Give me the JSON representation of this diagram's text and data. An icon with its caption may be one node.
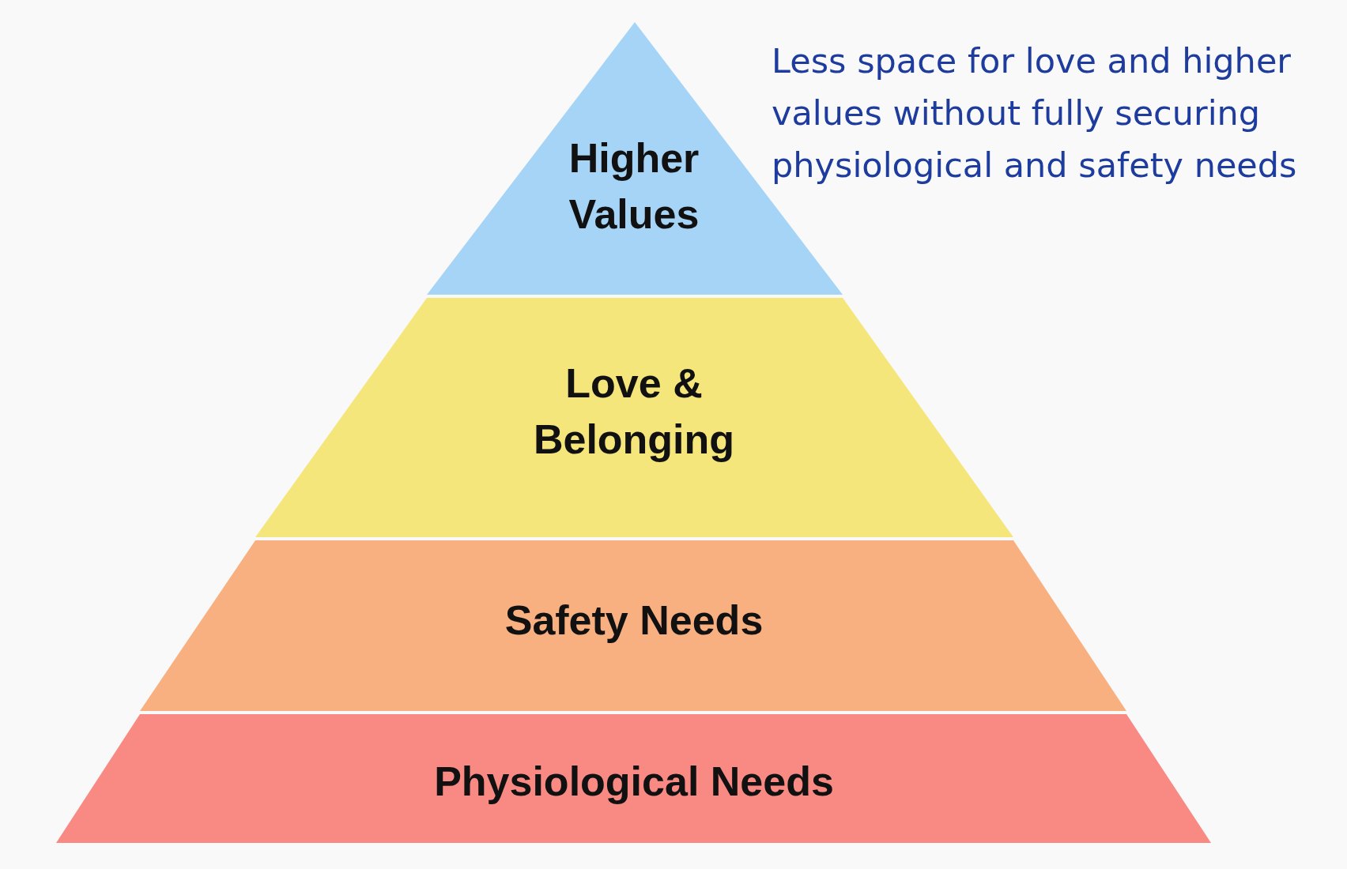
{
  "diagram": {
    "nodes": [
      {
        "text": [
          "Higher Values"
        ]
      },
      {
        "text": [
          "Love & Belonging"
        ]
      },
      {
        "text": [
          "Safety Needs"
        ]
      },
      {
        "text": [
          "Physiological Needs"
        ]
      }
    ],
    "labels": [
      "Less space for love and higher values without fully securing physiological and safety needs"
    ]
  }
}
